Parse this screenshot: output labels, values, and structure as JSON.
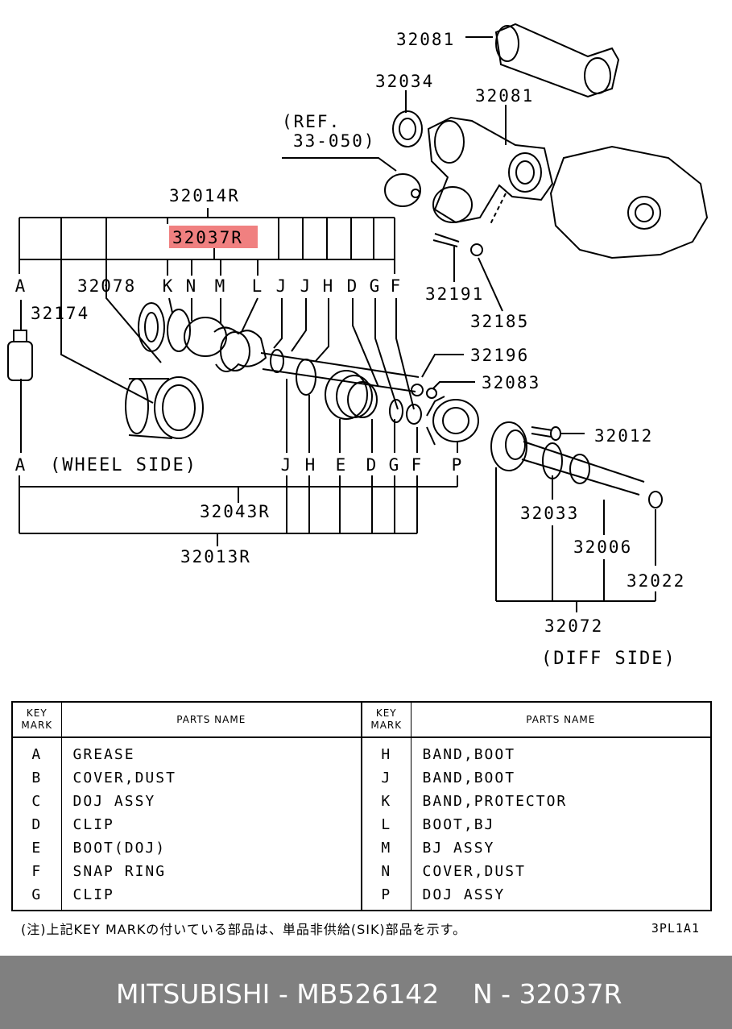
{
  "diagram": {
    "callouts": {
      "c32081a": "32081",
      "c32034": "32034",
      "c32081b": "32081",
      "ref_line1": "(REF.",
      "ref_line2": "33-050)",
      "c32014R": "32014R",
      "c32037R": "32037R",
      "c32078": "32078",
      "c32174": "32174",
      "c32191": "32191",
      "c32185": "32185",
      "c32196": "32196",
      "c32083": "32083",
      "c32012": "32012",
      "c32043R": "32043R",
      "c32013R": "32013R",
      "c32033": "32033",
      "c32006": "32006",
      "c32022": "32022",
      "c32072": "32072",
      "wheel_side": "(WHEEL SIDE)",
      "diff_side": "(DIFF SIDE)"
    },
    "top_keys": [
      "A",
      "K",
      "N",
      "M",
      "L",
      "J",
      "J",
      "H",
      "D",
      "G",
      "F"
    ],
    "bottom_keys": [
      "A",
      "J",
      "H",
      "E",
      "D",
      "G",
      "F",
      "P"
    ],
    "highlight_color": "#f08080"
  },
  "table": {
    "header_key": [
      "KEY",
      "MARK"
    ],
    "header_name": "PARTS NAME",
    "left": [
      {
        "key": "A",
        "name": "GREASE"
      },
      {
        "key": "B",
        "name": "COVER,DUST"
      },
      {
        "key": "C",
        "name": "DOJ ASSY"
      },
      {
        "key": "D",
        "name": "CLIP"
      },
      {
        "key": "E",
        "name": "BOOT(DOJ)"
      },
      {
        "key": "F",
        "name": "SNAP RING"
      },
      {
        "key": "G",
        "name": "CLIP"
      }
    ],
    "right": [
      {
        "key": "H",
        "name": "BAND,BOOT"
      },
      {
        "key": "J",
        "name": "BAND,BOOT"
      },
      {
        "key": "K",
        "name": "BAND,PROTECTOR"
      },
      {
        "key": "L",
        "name": "BOOT,BJ"
      },
      {
        "key": "M",
        "name": "BJ ASSY"
      },
      {
        "key": "N",
        "name": "COVER,DUST"
      },
      {
        "key": "P",
        "name": "DOJ ASSY"
      }
    ]
  },
  "note": "(注)上記KEY MARKの付いている部品は、単品非供給(SIK)部品を示す。",
  "diagram_code": "3PL1A1",
  "footer": {
    "brand_part": "MITSUBISHI - MB526142",
    "key_part": "N - 32037R"
  }
}
